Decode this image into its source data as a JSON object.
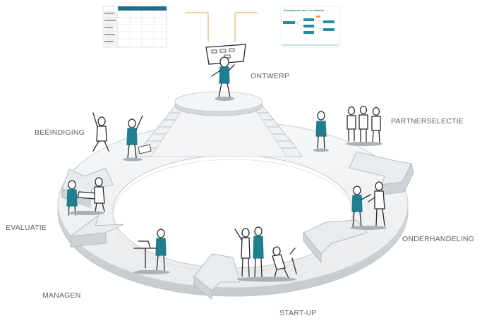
{
  "phases": {
    "ontwerp": "ONTWERP",
    "partnerselectie": "PARTNERSELECTIE",
    "onderhandeling": "ONDERHANDELING",
    "startup": "START-UP",
    "managen": "MANAGEN",
    "evaluatie": "EVALUATIE",
    "beeindiging": "BEËINDIGING"
  },
  "documents": {
    "right_title": "Ecosysteem voor een alliantie"
  },
  "colors": {
    "accent": "#1f7f91",
    "platform": "#eef0f1",
    "platform_edge": "#c9cdd1",
    "stroke": "#2a2a2a",
    "label": "#5a5f66",
    "leader_line": "#e7a34a"
  }
}
